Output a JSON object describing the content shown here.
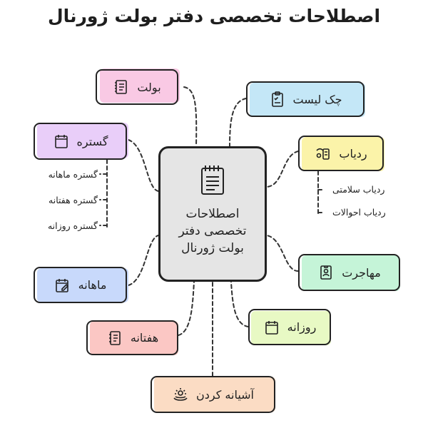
{
  "title": "اصطلاحات تخصصی دفتر بولت ژورنال",
  "center": {
    "label": "اصطلاحات تخصصی دفتر بولت ژورنال",
    "icon": "notepad-icon"
  },
  "nodes": {
    "bullet": {
      "label": "بولت",
      "icon": "notebook-list-icon",
      "color": "#f9c9e4"
    },
    "spread": {
      "label": "گستره",
      "icon": "calendar-icon",
      "color": "#e9cef9"
    },
    "monthly": {
      "label": "ماهانه",
      "icon": "calendar-edit-icon",
      "color": "#c8d9fb"
    },
    "weekly": {
      "label": "هفتانه",
      "icon": "planner-icon",
      "color": "#fbc7c4"
    },
    "nesting": {
      "label": "آشیانه کردن",
      "icon": "nest-icon",
      "color": "#fbdcc4"
    },
    "daily": {
      "label": "روزانه",
      "icon": "calendar-icon",
      "color": "#e8f9c4"
    },
    "migration": {
      "label": "مهاجرت",
      "icon": "badge-icon",
      "color": "#c5f4d8"
    },
    "tracker": {
      "label": "ردیاب",
      "icon": "tracker-icon",
      "color": "#fbf3a9"
    },
    "checklist": {
      "label": "چک لیست",
      "icon": "clipboard-icon",
      "color": "#c4e7f7"
    }
  },
  "spread_subs": [
    "گستره ماهانه",
    "گستره هفتانه",
    "گستره روزانه"
  ],
  "tracker_subs": [
    "ردیاب سلامتی",
    "ردیاب احوالات"
  ]
}
